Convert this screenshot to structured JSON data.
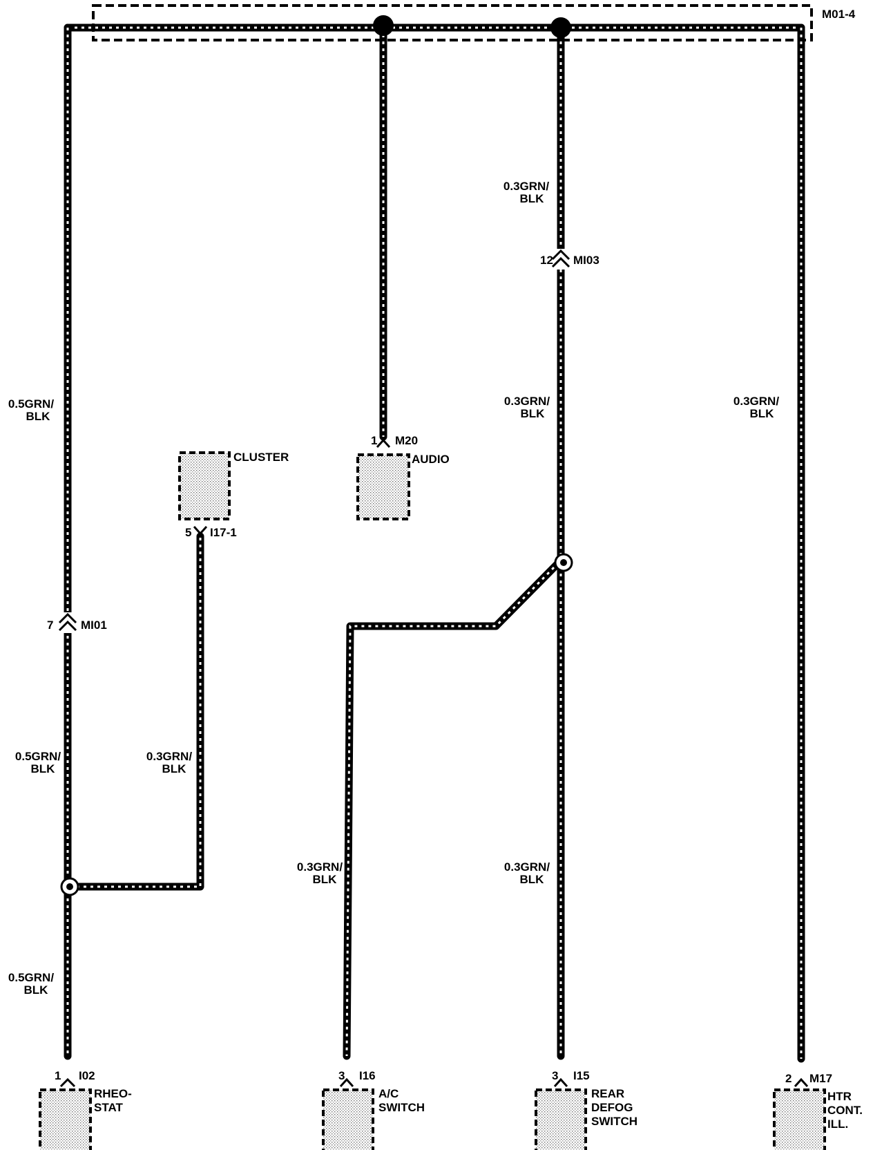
{
  "shield_label": "M01-4",
  "components": {
    "rheostat": {
      "connector": "I02",
      "pin": "1",
      "name_lines": [
        "RHEO-",
        "STAT"
      ]
    },
    "ac_switch": {
      "connector": "I16",
      "pin": "3",
      "name_lines": [
        "A/C",
        "SWITCH"
      ]
    },
    "rear_defog": {
      "connector": "I15",
      "pin": "3",
      "name_lines": [
        "REAR",
        "DEFOG",
        "SWITCH"
      ]
    },
    "htr_cont": {
      "connector": "M17",
      "pin": "2",
      "name_lines": [
        "HTR",
        "CONT.",
        "ILL."
      ]
    },
    "cluster": {
      "connector": "I17-1",
      "pin": "5",
      "name_lines": [
        "CLUSTER"
      ]
    },
    "audio": {
      "connector": "M20",
      "pin": "1",
      "name_lines": [
        "AUDIO"
      ]
    }
  },
  "inline_connectors": {
    "mi01": {
      "name": "MI01",
      "pin": "7"
    },
    "mi03": {
      "name": "MI03",
      "pin": "12"
    }
  },
  "wire_labels": {
    "left_upper": [
      "0.5GRN/",
      "BLK"
    ],
    "left_middle": [
      "0.5GRN/",
      "BLK"
    ],
    "left_lower": [
      "0.5GRN/",
      "BLK"
    ],
    "cluster_branch": [
      "0.3GRN/",
      "BLK"
    ],
    "ac_branch": [
      "0.3GRN/",
      "BLK"
    ],
    "center_upper": [
      "0.3GRN/",
      "BLK"
    ],
    "center_middle": [
      "0.3GRN/",
      "BLK"
    ],
    "center_lower": [
      "0.3GRN/",
      "BLK"
    ],
    "right": [
      "0.3GRN/",
      "BLK"
    ]
  }
}
